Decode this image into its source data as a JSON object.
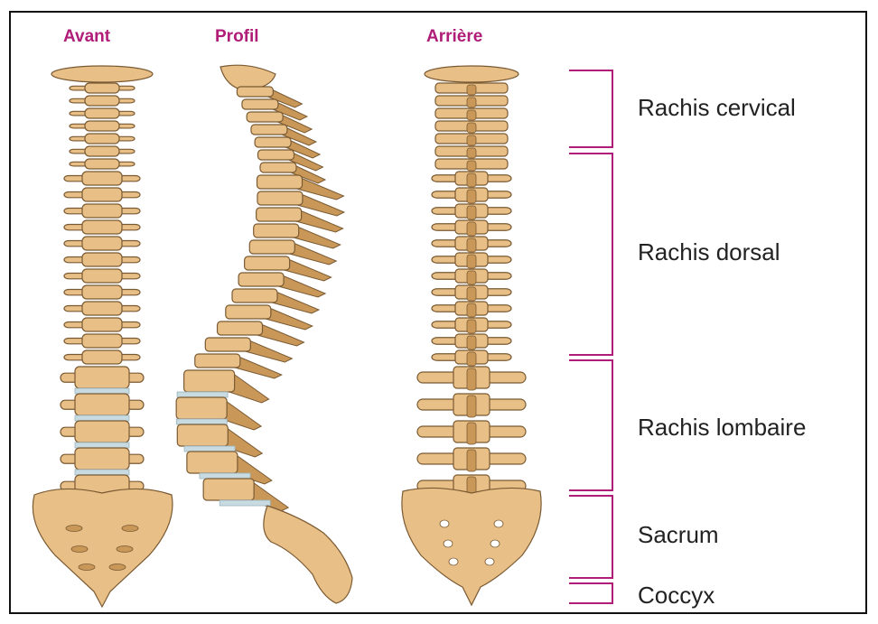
{
  "colors": {
    "title": "#b01d78",
    "bracket": "#b01d78",
    "bone": "#e8bf86",
    "bone_dark": "#c99858",
    "bone_outline": "#7a5a33",
    "disc": "#c8dbe2"
  },
  "views": [
    {
      "key": "front",
      "title": "Avant"
    },
    {
      "key": "side",
      "title": "Profil"
    },
    {
      "key": "back",
      "title": "Arrière"
    }
  ],
  "regions": [
    {
      "key": "cervical",
      "label": "Rachis cervical"
    },
    {
      "key": "dorsal",
      "label": "Rachis dorsal"
    },
    {
      "key": "lumbar",
      "label": "Rachis lombaire"
    },
    {
      "key": "sacrum",
      "label": "Sacrum"
    },
    {
      "key": "coccyx",
      "label": "Coccyx"
    }
  ]
}
